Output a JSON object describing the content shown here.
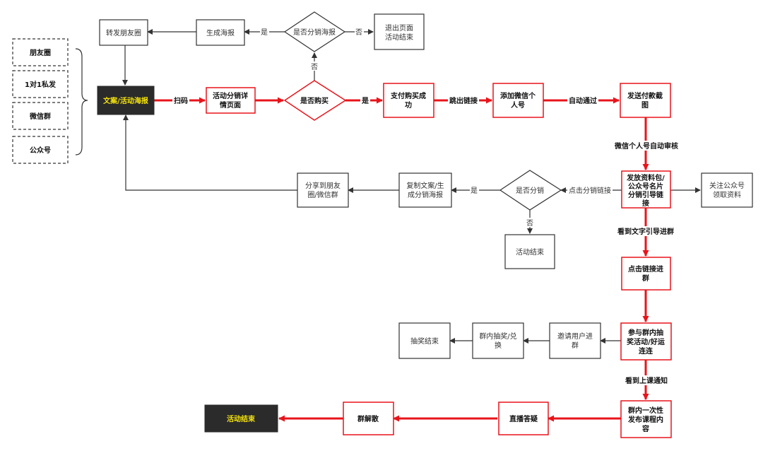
{
  "nodes": {
    "pyq": "朋友圈",
    "sl": "1对1私发",
    "wxq": "微信群",
    "gzh": "公众号",
    "zfpyq": "转发朋友圈",
    "schb": "生成海报",
    "sffxhb": "是否分销海报",
    "tcym": [
      "退出页面",
      "活动结束"
    ],
    "wahb": "文案/活动海报",
    "hdxq": [
      "活动分销详",
      "情页面"
    ],
    "sfgm": "是否购买",
    "zfcg": [
      "支付购买成",
      "功"
    ],
    "tjwx": [
      "添加微信个",
      "人号"
    ],
    "fsfk": [
      "发送付款截",
      "图"
    ],
    "ffzl": [
      "发放资料包/",
      "公众号名片",
      "分销引导链",
      "接"
    ],
    "gzgzh": [
      "关注公众号",
      "领取资料"
    ],
    "sffx": "是否分销",
    "fzwa": [
      "复制文案/生",
      "成分销海报"
    ],
    "fxdpy": [
      "分享到朋友",
      "圈/微信群"
    ],
    "hdjs1": "活动结束",
    "djlj": [
      "点击链接进",
      "群"
    ],
    "cyqn": [
      "参与群内抽",
      "奖活动/好运",
      "连连"
    ],
    "yqyh": [
      "邀请用户进",
      "群"
    ],
    "qncj": [
      "群内抽奖/兑",
      "换"
    ],
    "cjjs": "抽奖结束",
    "qnyc": [
      "群内一次性",
      "发布课程内",
      "容"
    ],
    "zbdy": "直播答疑",
    "qjs": "群解散",
    "hdjs2": "活动结束"
  },
  "labels": {
    "shi1": "是",
    "fou1": "否",
    "fou2": "否",
    "saoma": "扫码",
    "shi2": "是",
    "tclj": "跳出链接",
    "zdtg": "自动通过",
    "wxsh": "微信个人号自动审核",
    "djfxlj": "点击分销链接",
    "shi3": "是",
    "fou3": "否",
    "kdwz": "看到文字引导进群",
    "kdsk": "看到上课通知"
  },
  "colors": {
    "red": "#e8141b",
    "dark": "#333333",
    "black": "#2b2b2b",
    "yellow": "#f5e30a"
  }
}
